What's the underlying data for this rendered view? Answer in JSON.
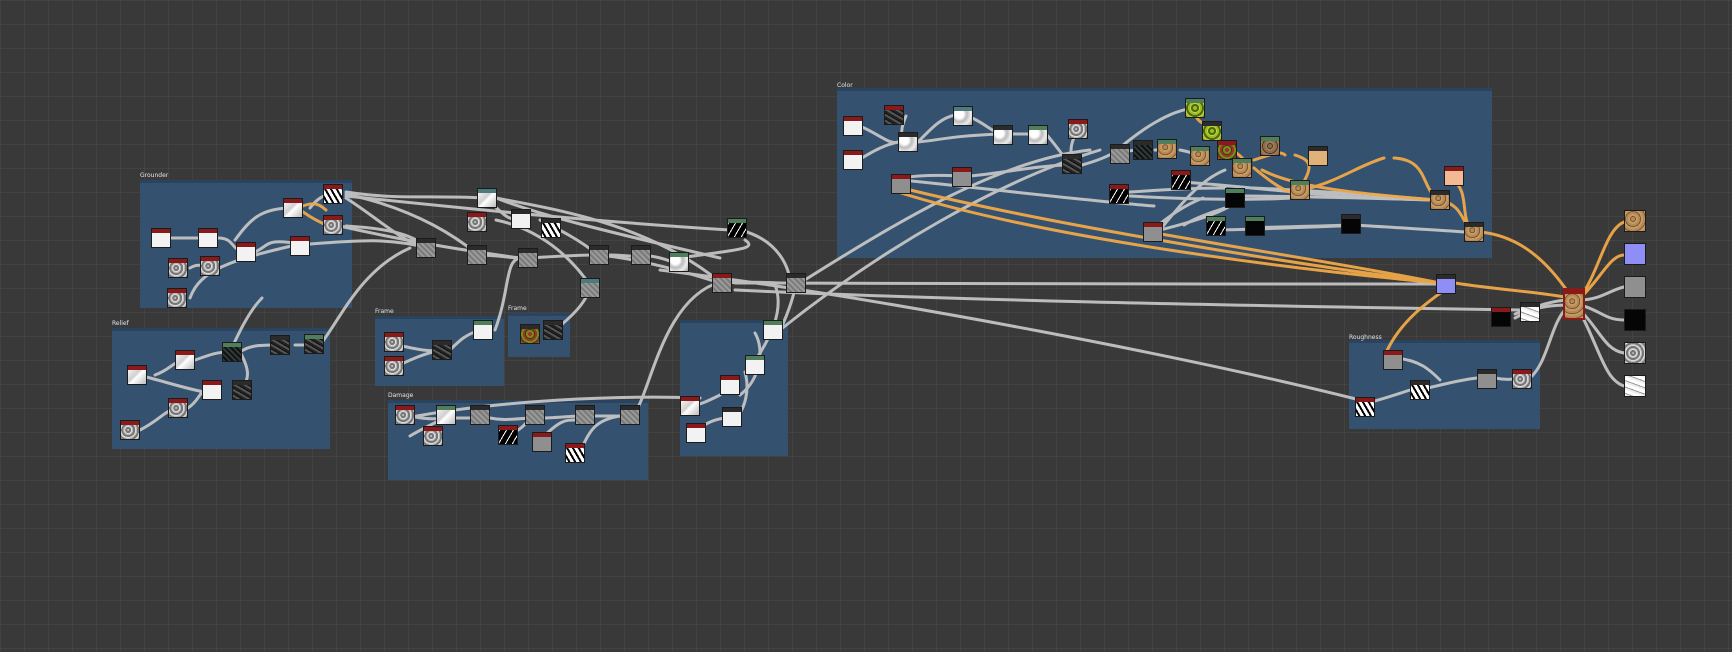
{
  "frames": [
    {
      "id": "f1",
      "title": "Grounder"
    },
    {
      "id": "f2",
      "title": "Relief"
    },
    {
      "id": "f3",
      "title": "Frame"
    },
    {
      "id": "f4",
      "title": "Frame"
    },
    {
      "id": "f5",
      "title": "Damage"
    },
    {
      "id": "f6",
      "title": ""
    },
    {
      "id": "f7",
      "title": "Color"
    },
    {
      "id": "f8",
      "title": "Roughness"
    }
  ],
  "colors": {
    "canvas_bg": "#393939",
    "frame_bg": "#34516f",
    "wire_grey": "#c4c4c4",
    "wire_orange": "#f0a848",
    "node_header_red": "#8a1a1a"
  },
  "node_swatches": [
    "white",
    "light",
    "cloud",
    "grey",
    "midgrey",
    "noise",
    "dark",
    "black",
    "bw",
    "inv",
    "cracks",
    "moss",
    "dirt",
    "redmoss",
    "brownmix",
    "sand",
    "peach",
    "blue",
    "orange",
    "darkteal"
  ]
}
